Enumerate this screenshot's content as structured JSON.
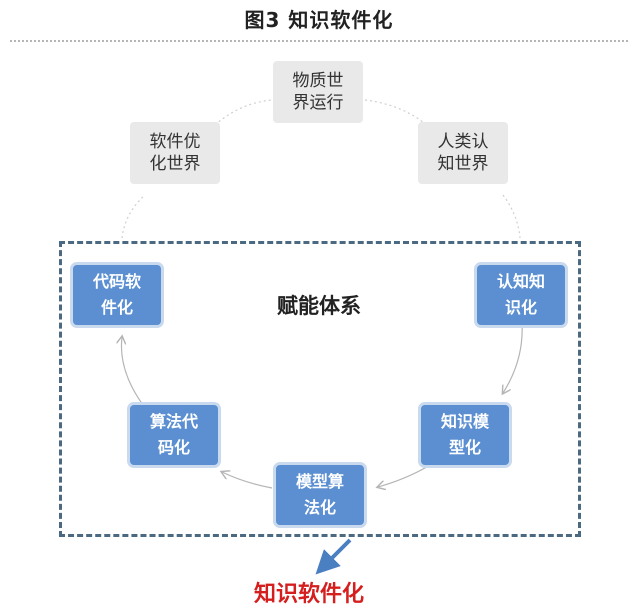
{
  "title": "图3  知识软件化",
  "outer_cycle": [
    {
      "id": "physical-world",
      "label": "物质世\n界运行"
    },
    {
      "id": "human-cognition",
      "label": "人类认\n知世界"
    },
    {
      "id": "software-world",
      "label": "软件优\n化世界"
    }
  ],
  "enablement_system": {
    "label": "赋能体系",
    "steps": [
      {
        "id": "knowledge-recognition",
        "label": "认知知\n识化"
      },
      {
        "id": "knowledge-modeling",
        "label": "知识模\n型化"
      },
      {
        "id": "model-algorithm",
        "label": "模型算\n法化"
      },
      {
        "id": "algorithm-code",
        "label": "算法代\n码化"
      },
      {
        "id": "code-software",
        "label": "代码软\n件化"
      }
    ]
  },
  "output_label": "知识软件化",
  "colors": {
    "step_fill": "#5b8fd1",
    "step_border": "#c9d9ee",
    "outer_fill": "#e9e9e9",
    "frame": "#4b6a82",
    "output_text": "#d51f1f",
    "output_arrow": "#4a7fc1"
  }
}
